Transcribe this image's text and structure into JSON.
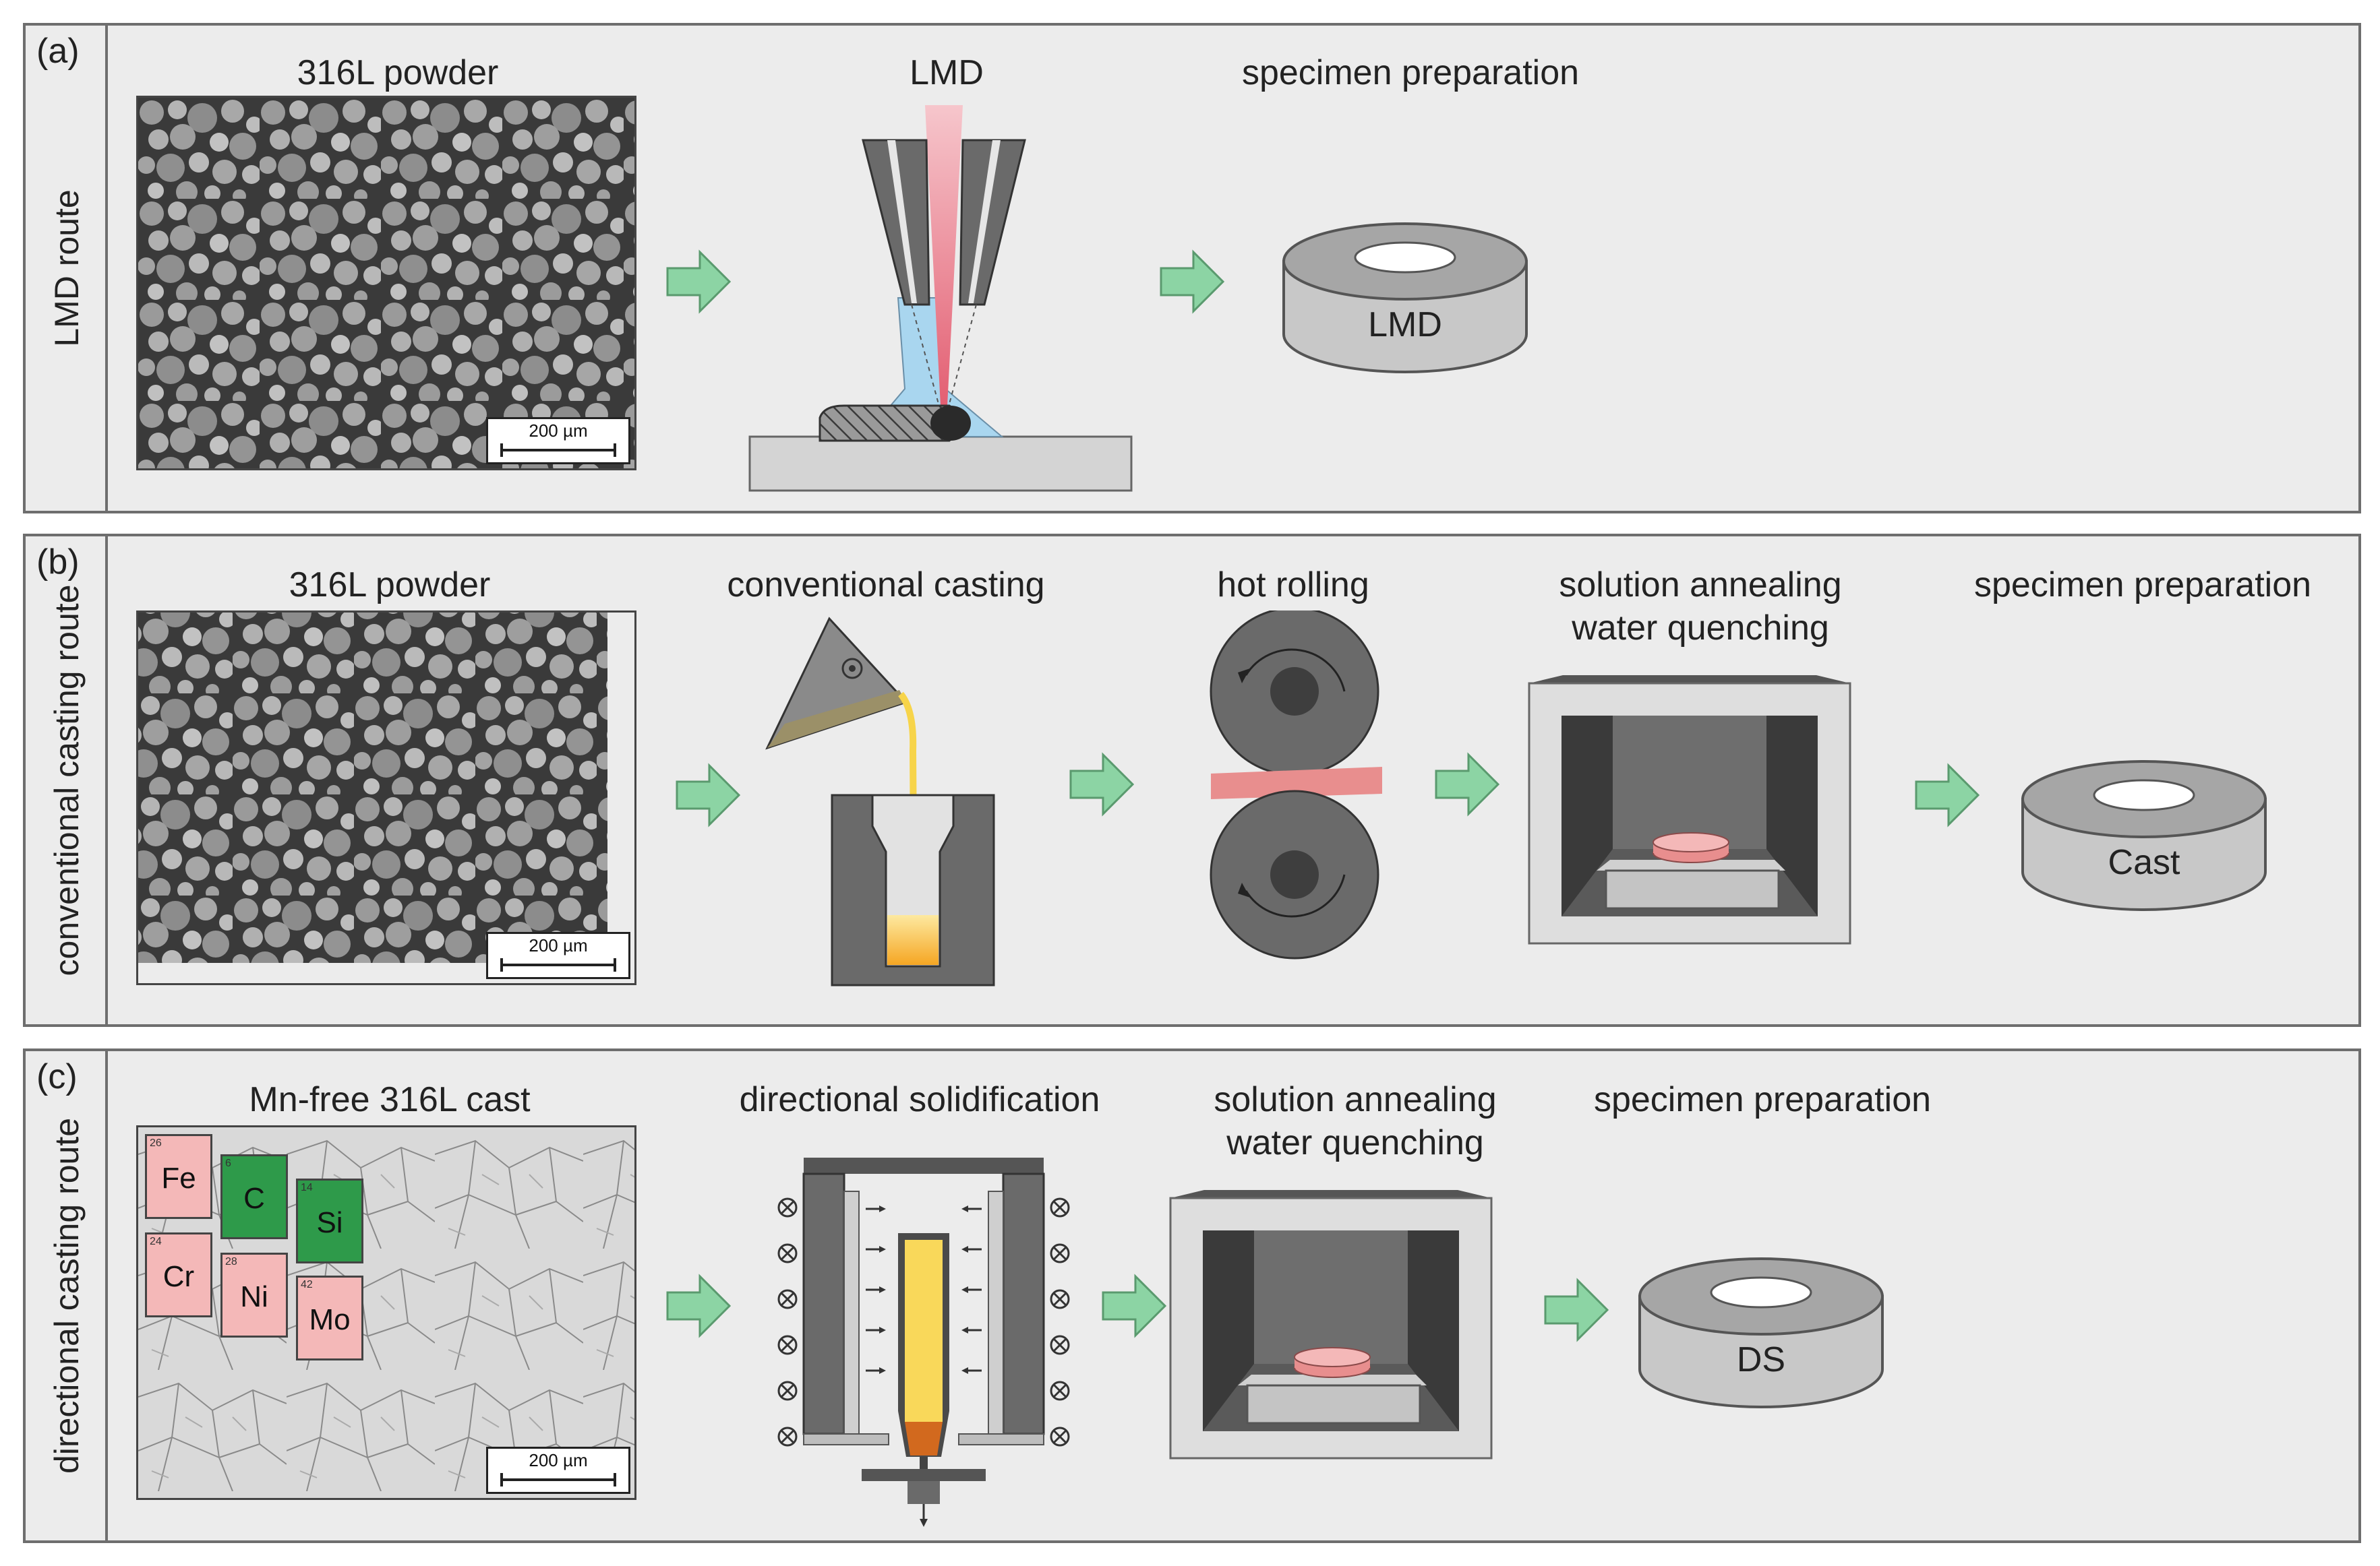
{
  "panels": [
    {
      "tag": "(a)",
      "route": "LMD route",
      "steps": [
        "316L powder",
        "LMD",
        "specimen preparation"
      ],
      "scale_bar": "200 µm",
      "specimen_label": "LMD"
    },
    {
      "tag": "(b)",
      "route": "conventional casting route",
      "steps": [
        "316L powder",
        "conventional casting",
        "hot rolling",
        "solution annealing",
        "water quenching",
        "specimen preparation"
      ],
      "scale_bar": "200 µm",
      "specimen_label": "Cast"
    },
    {
      "tag": "(c)",
      "route": "directional casting route",
      "steps": [
        "Mn-free 316L cast",
        "directional solidification",
        "solution annealing",
        "water quenching",
        "specimen preparation"
      ],
      "scale_bar": "200 µm",
      "specimen_label": "DS",
      "elements": [
        {
          "symbol": "Fe",
          "number": "26"
        },
        {
          "symbol": "C",
          "number": "6"
        },
        {
          "symbol": "Si",
          "number": "14"
        },
        {
          "symbol": "Cr",
          "number": "24"
        },
        {
          "symbol": "Ni",
          "number": "28"
        },
        {
          "symbol": "Mo",
          "number": "42"
        }
      ]
    }
  ],
  "colors": {
    "panel_bg": "#ececec",
    "arrow": "#8cd4a4",
    "laser": "#e8677a",
    "powder_stream": "#a9d6ef",
    "melt": "#f5c842",
    "hot_slab": "#e88e8e",
    "element_pink": "#f4b8b8",
    "element_green": "#2e9a4a"
  }
}
